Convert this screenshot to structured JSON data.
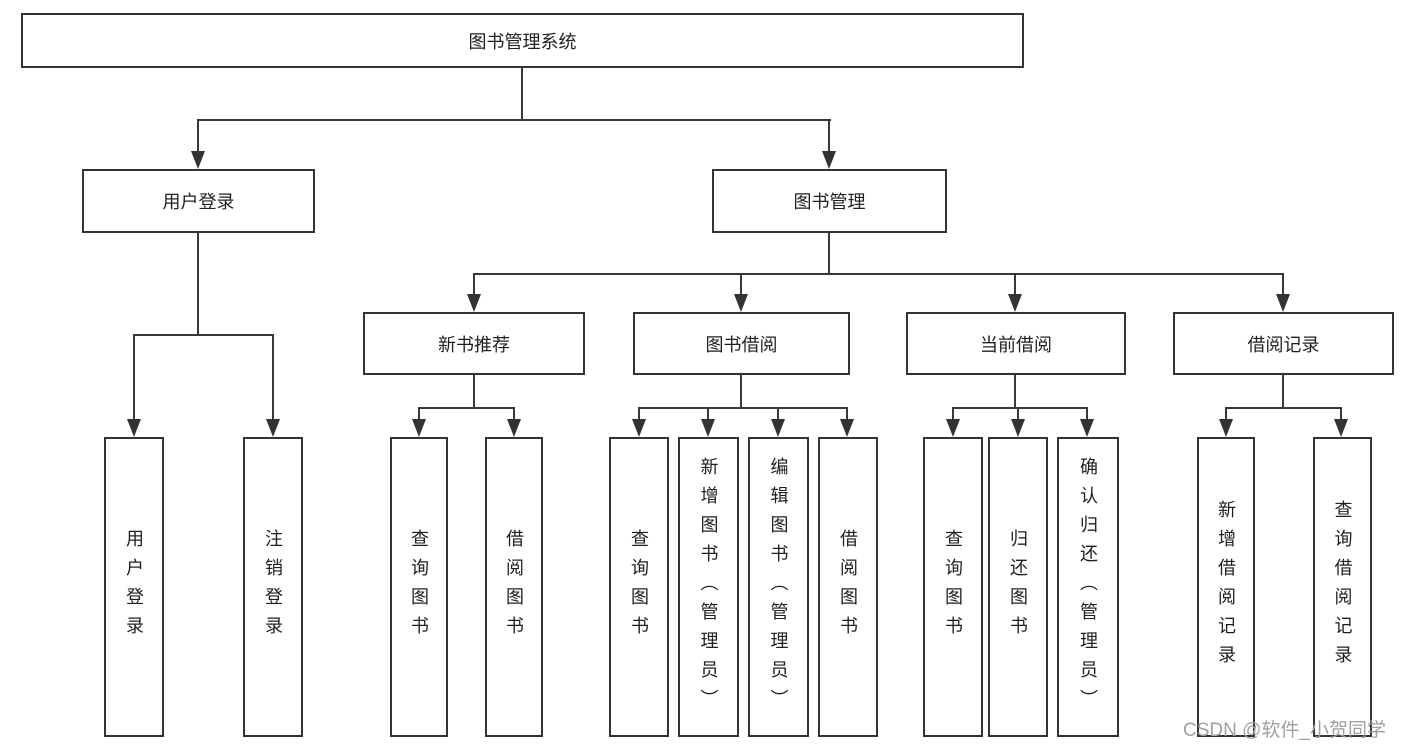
{
  "diagram": {
    "root": {
      "label": "图书管理系统"
    },
    "level2": [
      {
        "label": "用户登录"
      },
      {
        "label": "图书管理"
      }
    ],
    "level3": [
      {
        "label": "新书推荐",
        "parent": "图书管理"
      },
      {
        "label": "图书借阅",
        "parent": "图书管理"
      },
      {
        "label": "当前借阅",
        "parent": "图书管理"
      },
      {
        "label": "借阅记录",
        "parent": "图书管理"
      }
    ],
    "leaves": [
      {
        "label": "用户登录",
        "parent": "用户登录"
      },
      {
        "label": "注销登录",
        "parent": "用户登录"
      },
      {
        "label": "查询图书",
        "parent": "新书推荐"
      },
      {
        "label": "借阅图书",
        "parent": "新书推荐"
      },
      {
        "label": "查询图书",
        "parent": "图书借阅"
      },
      {
        "label": "新增图书（管理员）",
        "parent": "图书借阅"
      },
      {
        "label": "编辑图书（管理员）",
        "parent": "图书借阅"
      },
      {
        "label": "借阅图书",
        "parent": "图书借阅"
      },
      {
        "label": "查询图书",
        "parent": "当前借阅"
      },
      {
        "label": "归还图书",
        "parent": "当前借阅"
      },
      {
        "label": "确认归还（管理员）",
        "parent": "当前借阅"
      },
      {
        "label": "新增借阅记录",
        "parent": "借阅记录"
      },
      {
        "label": "查询借阅记录",
        "parent": "借阅记录"
      }
    ]
  },
  "colors": {
    "line": "#383838",
    "border": "#333333",
    "text": "#1f1f1f",
    "watermark": "#a0a0a0",
    "background": "#ffffff"
  },
  "watermark": {
    "text": "CSDN @软件_小贺同学"
  }
}
